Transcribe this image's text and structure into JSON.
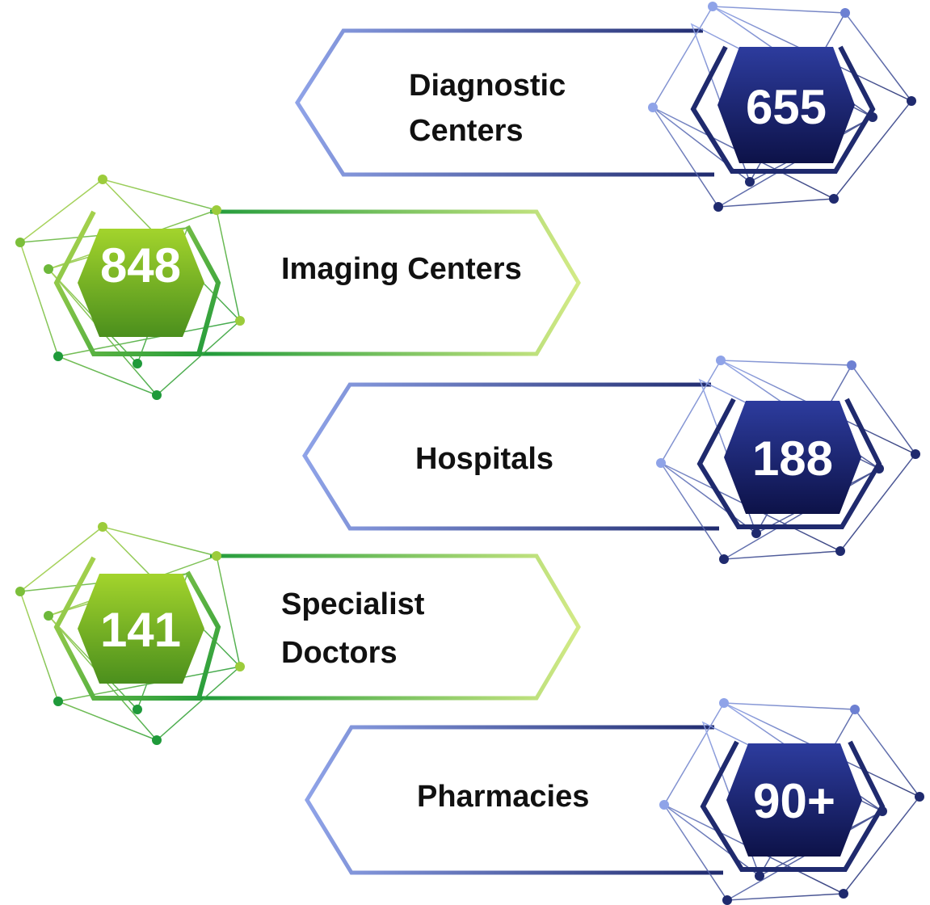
{
  "items": [
    {
      "value": "655",
      "label_lines": [
        "Diagnostic",
        "Centers"
      ],
      "theme": "blue"
    },
    {
      "value": "848",
      "label_lines": [
        "Imaging Centers"
      ],
      "theme": "green"
    },
    {
      "value": "188",
      "label_lines": [
        "Hospitals"
      ],
      "theme": "blue"
    },
    {
      "value": "141",
      "label_lines": [
        "Specialist",
        "Doctors"
      ],
      "theme": "green"
    },
    {
      "value": "90+",
      "label_lines": [
        "Pharmacies"
      ],
      "theme": "blue"
    }
  ],
  "colors": {
    "blue_light": "#8fa3e8",
    "blue_dark": "#1f2a6e",
    "blue_hex_top": "#2b3a9a",
    "blue_hex_bottom": "#0f1550",
    "green_light": "#c8e27a",
    "green_dark": "#1f9a3a",
    "green_hex_top": "#9bd12b",
    "green_hex_bottom": "#4a8e1e",
    "text": "#111111"
  }
}
